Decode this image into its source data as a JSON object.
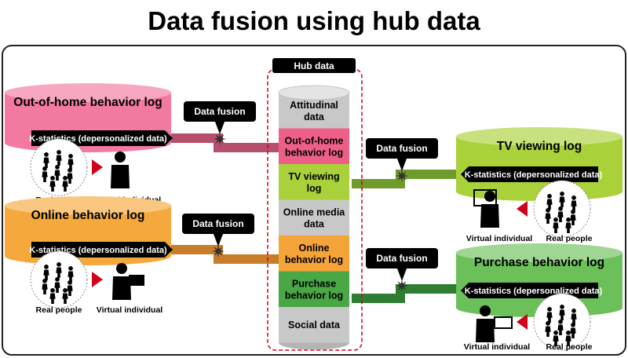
{
  "title": "Data fusion using hub data",
  "hub": {
    "label": "Hub data",
    "segments": [
      {
        "text": [
          "Attitudinal",
          "data"
        ],
        "color": "#c8c8c8"
      },
      {
        "text": [
          "Out-of-home",
          "behavior log"
        ],
        "color": "#ee5f88"
      },
      {
        "text": [
          "TV viewing",
          "log"
        ],
        "color": "#a9d13a"
      },
      {
        "text": [
          "Online media",
          "data"
        ],
        "color": "#c8c8c8"
      },
      {
        "text": [
          "Online",
          "behavior log"
        ],
        "color": "#f5a43a"
      },
      {
        "text": [
          "Purchase",
          "behavior log"
        ],
        "color": "#4aa745"
      },
      {
        "text": [
          "Social data"
        ],
        "color": "#c8c8c8"
      }
    ]
  },
  "fusion_label": "Data fusion",
  "kstats_label": "K-statistics (depersonalized data)",
  "real_people": "Real people",
  "virtual_individual": "Virtual individual",
  "logs": {
    "out_of_home": {
      "title": "Out-of-home behavior log",
      "color": "#f279a0"
    },
    "online": {
      "title": "Online behavior log",
      "color": "#f5a83c"
    },
    "tv": {
      "title": "TV viewing log",
      "color": "#a9d13a"
    },
    "purchase": {
      "title": "Purchase behavior log",
      "color": "#6cc05a"
    }
  },
  "colors": {
    "connector_pink": "#b64e6d",
    "connector_orange": "#c77d2a",
    "connector_green_light": "#6f9a2c",
    "connector_green_dark": "#2e7d32",
    "arrow_red": "#d0021b"
  }
}
